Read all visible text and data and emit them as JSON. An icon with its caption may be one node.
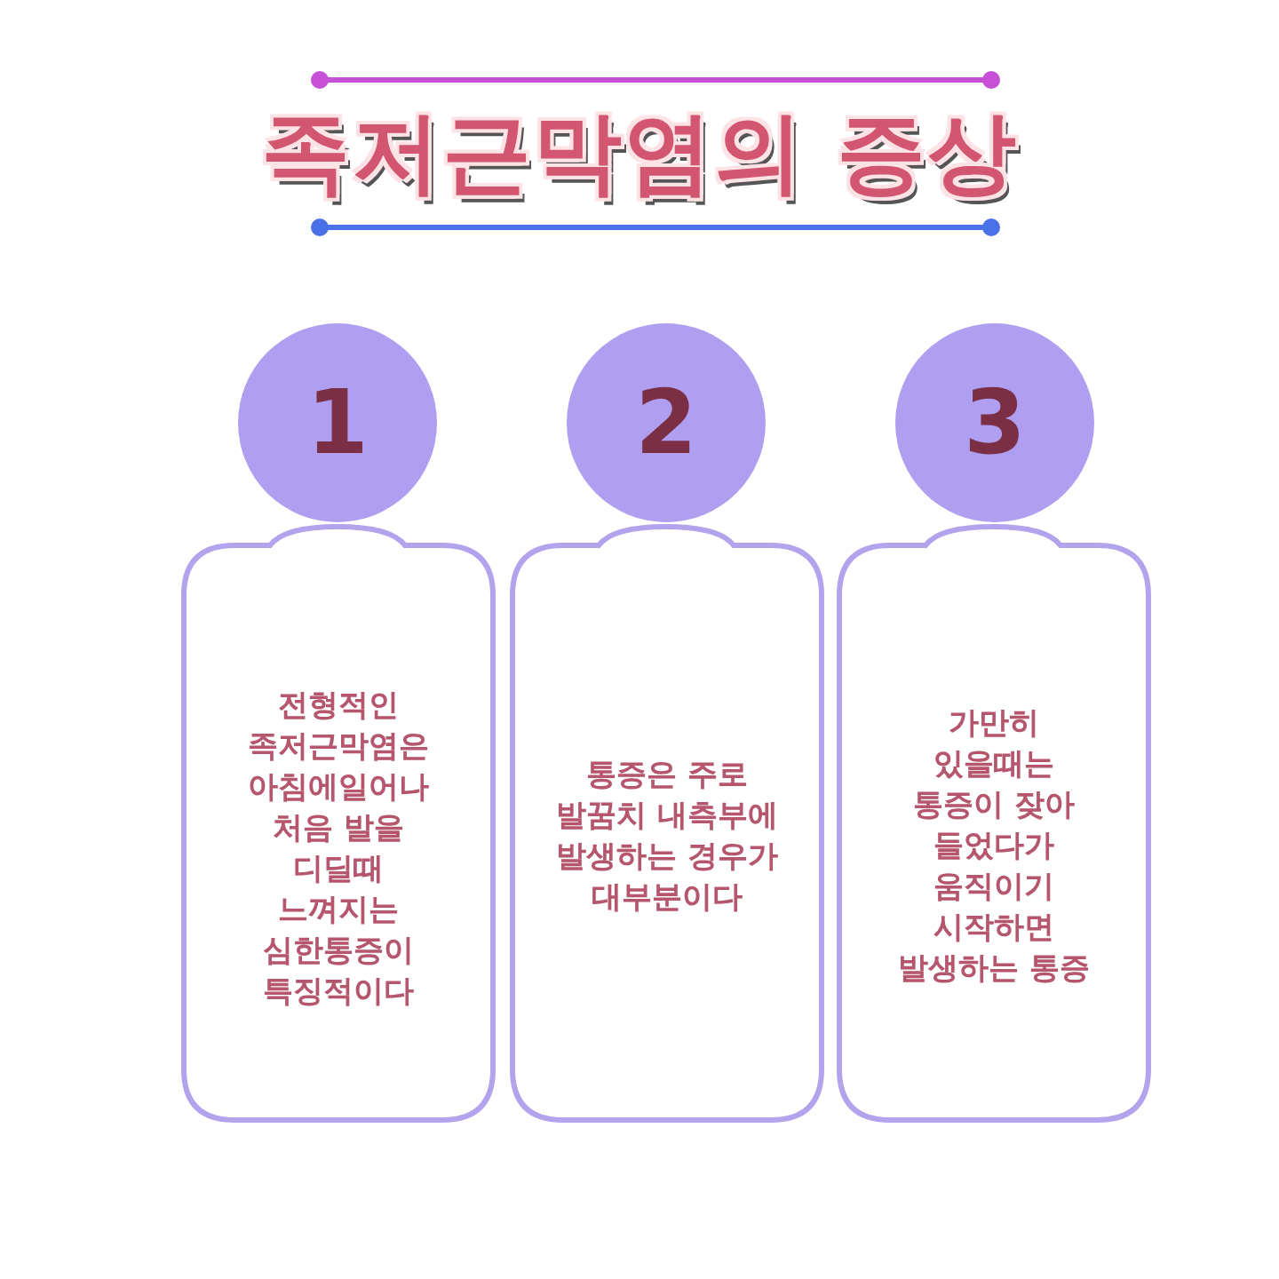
{
  "diagram": {
    "title": "족저근막염의 증상",
    "nodes": [
      {
        "text": [
          "1"
        ]
      },
      {
        "text": [
          "전형적인 족저근막염은 아침에일어나 처음 발을 디딜때 느껴지는 심한통증이 특징적이다"
        ]
      },
      {
        "text": [
          "2"
        ]
      },
      {
        "text": [
          "통증은 주로 발꿈치 내측부에 발생하는 경우가 대부분이다"
        ]
      },
      {
        "text": [
          "3"
        ]
      },
      {
        "text": [
          "가만히 있을때는 통증이 잦아 들었다가 움직이기 시작하면 발생하는 통증"
        ]
      }
    ],
    "edges": []
  }
}
